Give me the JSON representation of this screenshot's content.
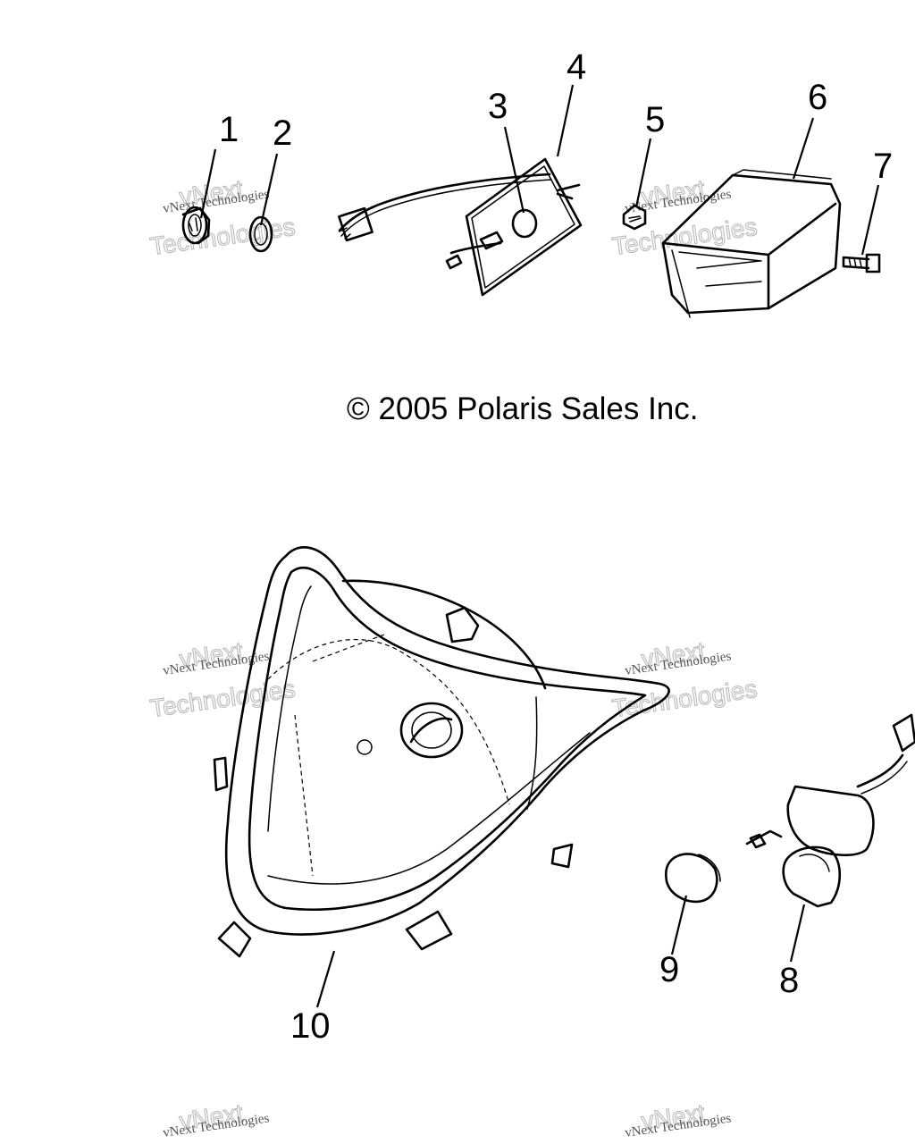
{
  "copyright": "© 2005 Polaris Sales Inc.",
  "watermark": {
    "line1": "vNext Technologies",
    "line2": "vNext",
    "line3": "Technologies"
  },
  "callouts": [
    {
      "id": "1",
      "label": "1"
    },
    {
      "id": "2",
      "label": "2"
    },
    {
      "id": "3",
      "label": "3"
    },
    {
      "id": "4",
      "label": "4"
    },
    {
      "id": "5",
      "label": "5"
    },
    {
      "id": "6",
      "label": "6"
    },
    {
      "id": "7",
      "label": "7"
    },
    {
      "id": "8",
      "label": "8"
    },
    {
      "id": "9",
      "label": "9"
    },
    {
      "id": "10",
      "label": "10"
    }
  ]
}
